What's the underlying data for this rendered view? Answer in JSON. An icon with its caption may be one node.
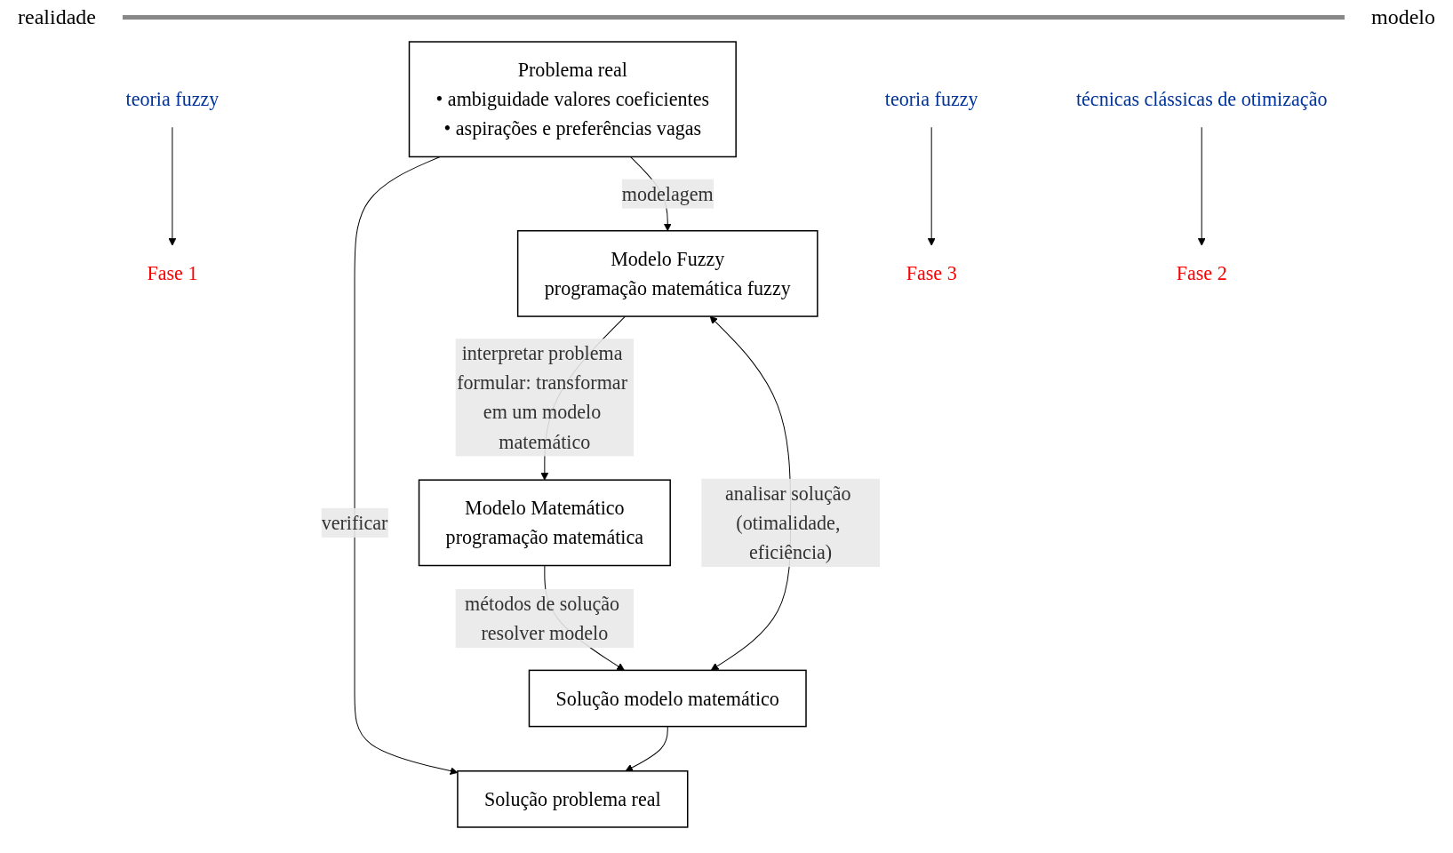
{
  "diagram": {
    "nodes": [
      {
        "text": [
          "Problema real",
          "• ambiguidade valores coeficientes",
          "• aspirações e preferências vagas"
        ]
      },
      {
        "text": [
          "Solução problema real"
        ]
      },
      {
        "text": [
          "Modelo Fuzzy",
          "programação matemática fuzzy"
        ]
      },
      {
        "text": [
          "Fase 1"
        ]
      },
      {
        "text": [
          "teoria fuzzy"
        ]
      },
      {
        "text": [
          "Fase 3"
        ]
      },
      {
        "text": [
          "teoria fuzzy"
        ]
      },
      {
        "text": [
          "Modelo Matemático",
          "programação matemática"
        ]
      },
      {
        "text": [
          "Solução modelo matemático"
        ]
      },
      {
        "text": [
          "Fase 2"
        ]
      },
      {
        "text": [
          "técnicas clássicas de otimização"
        ]
      }
    ],
    "edges": [
      {
        "from": 0,
        "to": 1,
        "arrow": "to",
        "label": "verificar"
      },
      {
        "from": 0,
        "to": 2,
        "arrow": "to",
        "label": "modelagem"
      },
      {
        "from": 2,
        "to": 7,
        "arrow": "to",
        "label": "interpretar problema formular: transformar em um modelo matemático"
      },
      {
        "from": 7,
        "to": 8,
        "arrow": "to",
        "label": "métodos de solução resolver modelo"
      },
      {
        "from": 8,
        "to": 2,
        "arrow": "both",
        "label": "analisar solução (otimalidade, eficiência)"
      },
      {
        "from": 8,
        "to": 1,
        "arrow": "to"
      },
      {
        "from": 4,
        "to": 3,
        "arrow": "to"
      },
      {
        "from": 6,
        "to": 5,
        "arrow": "to"
      },
      {
        "from": 10,
        "to": 9,
        "arrow": "to"
      }
    ],
    "labels": [
      "realidade",
      "modelo"
    ]
  }
}
